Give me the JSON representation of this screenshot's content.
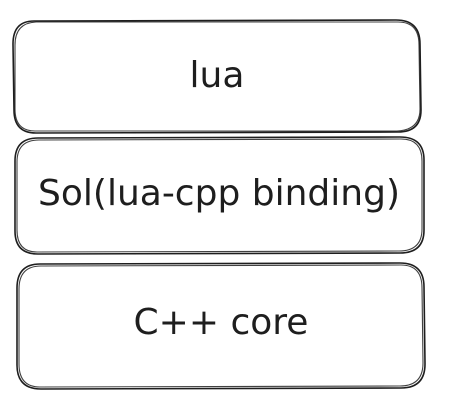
{
  "diagram": {
    "layers": [
      {
        "label": "lua"
      },
      {
        "label": "Sol(lua-cpp binding)"
      },
      {
        "label": "C++ core"
      }
    ]
  }
}
